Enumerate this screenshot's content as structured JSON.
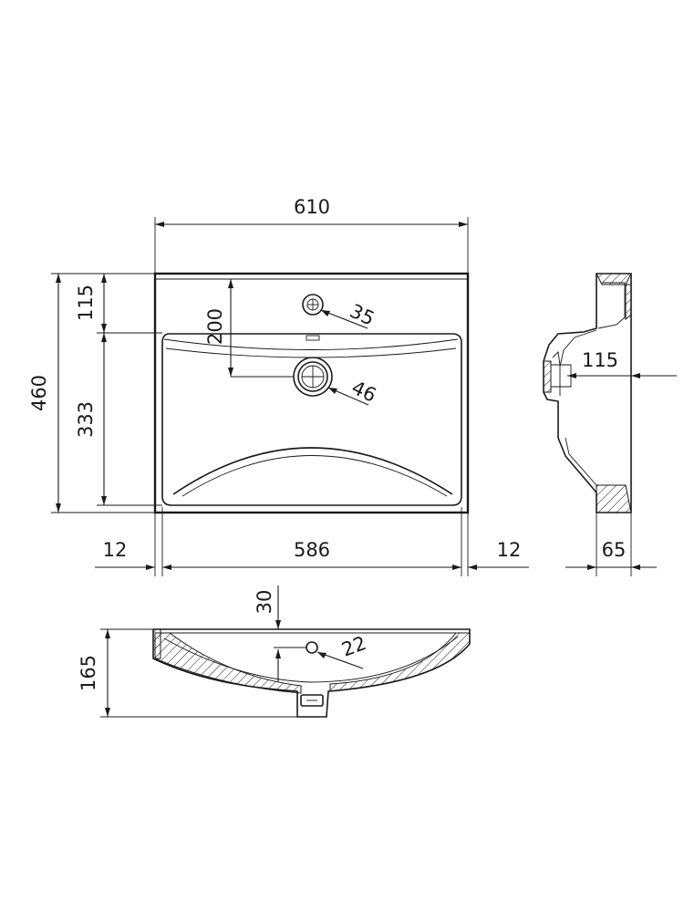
{
  "dimensions": {
    "top_width": "610",
    "overall_depth": "460",
    "rim_depth": "115",
    "bowl_depth": "333",
    "tap_hole_offset": "200",
    "tap_hole_diameter": "35",
    "drain_diameter": "46",
    "side_margin_left": "12",
    "bowl_width": "586",
    "side_margin_right": "12",
    "side_section_offset": "115",
    "side_section_depth": "65",
    "front_height": "165",
    "front_overflow_offset": "30",
    "overflow_diameter": "22"
  }
}
